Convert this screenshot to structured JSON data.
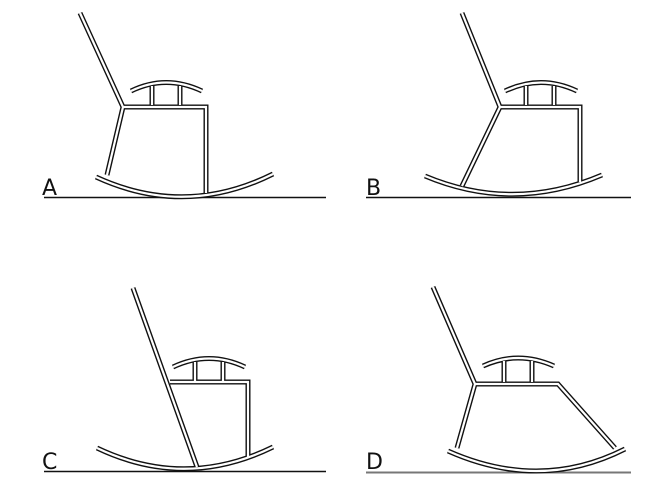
{
  "panels": [
    {
      "label": "A"
    },
    {
      "label": "B"
    },
    {
      "label": "C"
    },
    {
      "label": "D"
    }
  ],
  "colors": {
    "line": "#111111",
    "ground_d": "#777777"
  }
}
